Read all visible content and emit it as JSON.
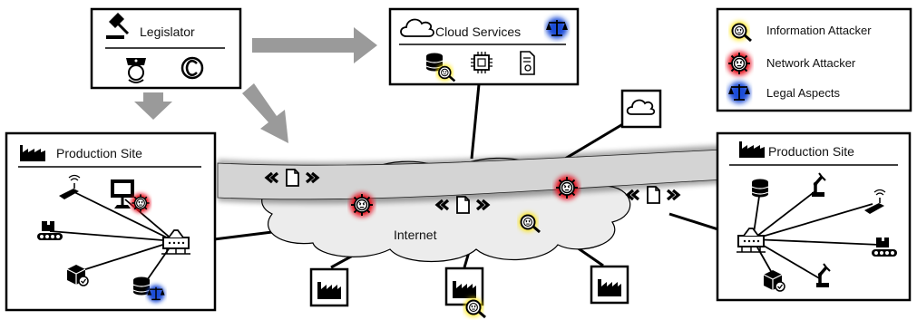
{
  "legislator": {
    "title": "Legislator",
    "icons": [
      "gavel-icon",
      "police-officer-icon",
      "copyright-icon"
    ]
  },
  "cloud_services": {
    "title": "Cloud Services",
    "icons": [
      "cloud-icon",
      "database-icon",
      "processor-chip-icon",
      "certificate-document-icon",
      "legal-scales-icon"
    ]
  },
  "legend": {
    "items": [
      {
        "label": "Information Attacker",
        "color": "#ffe600",
        "icon": "information-attacker-icon"
      },
      {
        "label": "Network Attacker",
        "color": "#e8101a",
        "icon": "network-attacker-icon"
      },
      {
        "label": "Legal Aspects",
        "color": "#1f4ed8",
        "icon": "legal-scales-icon"
      }
    ]
  },
  "left_site": {
    "title": "Production Site"
  },
  "right_site": {
    "title": "Production Site"
  },
  "internet": {
    "label": "Internet"
  },
  "colors": {
    "tunnel": "#d4d4d4",
    "cloud_fill": "#ececec",
    "arrow": "#9a9a9a",
    "ink": "#000000"
  }
}
